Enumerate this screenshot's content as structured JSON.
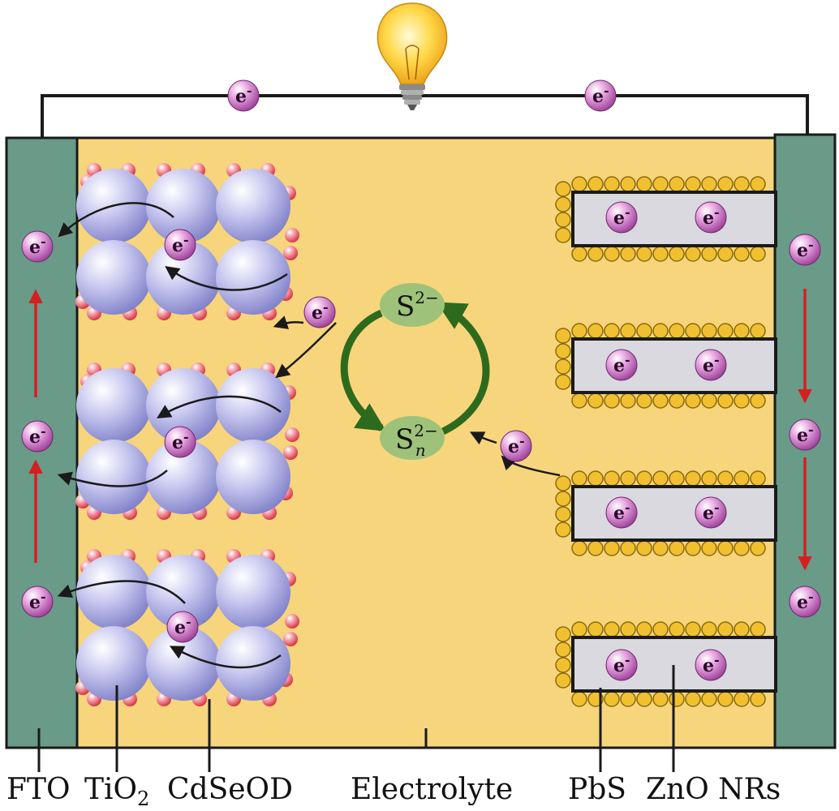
{
  "labels": {
    "fto": "FTO",
    "tio2_base": "TiO",
    "tio2_sub": "2",
    "cdse": "CdSeOD",
    "electrolyte": "Electrolyte",
    "pbs": "PbS",
    "zno": "ZnO NRs"
  },
  "species": {
    "s_base": "S",
    "s_sup": "2−",
    "sn_base": "S",
    "sn_sup": "2−",
    "sn_sub": "n"
  },
  "electron": {
    "base": "e",
    "sup": "-"
  },
  "colors": {
    "electrode": "#6a9a88",
    "electrolyte": "#f7d57c",
    "tio2": "#c4c4ee",
    "cdse": "#e8404e",
    "pbs": "#f0c030",
    "zno": "#d9d9df",
    "electron": "#c060b8",
    "redox_ellipse": "#9fc27a",
    "redox_arrow": "#2e6a1e",
    "flow_arrow": "#d42020",
    "wire": "#1a1a1a"
  }
}
